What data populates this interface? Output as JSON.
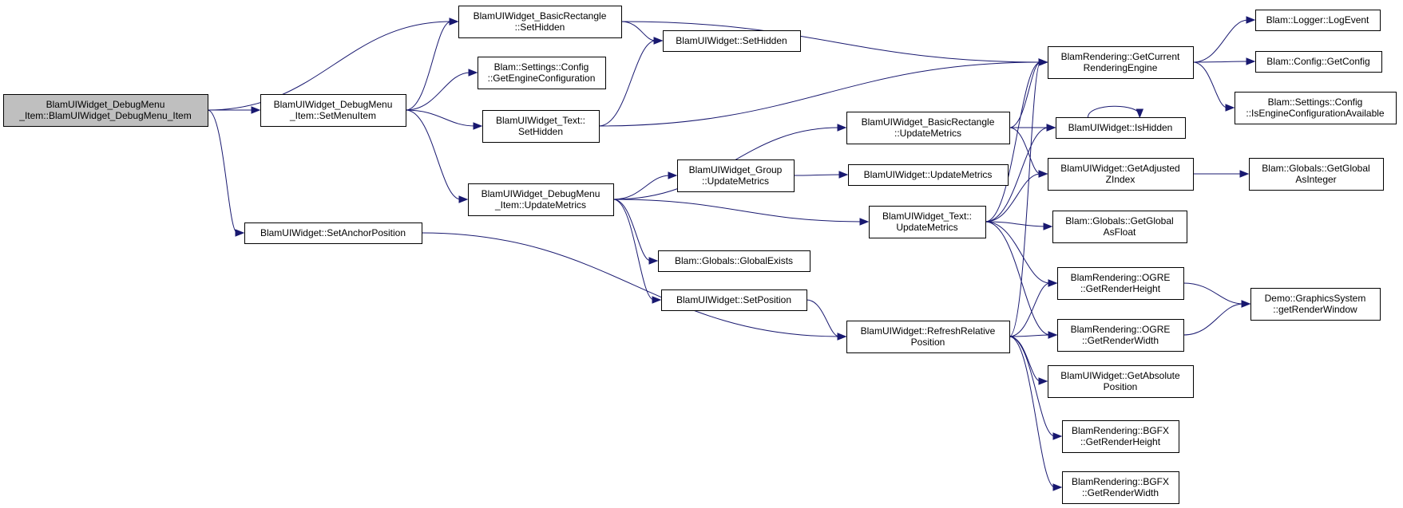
{
  "colors": {
    "edge": "#191970",
    "node_border": "#000000",
    "root_fill": "#bfbfbf",
    "node_fill": "#ffffff"
  },
  "nodes": {
    "root": [
      "BlamUIWidget_DebugMenu",
      "_Item::BlamUIWidget_DebugMenu_Item"
    ],
    "br_sethidden": [
      "BlamUIWidget_BasicRectangle",
      "::SetHidden"
    ],
    "dm_setmenuitem": [
      "BlamUIWidget_DebugMenu",
      "_Item::SetMenuItem"
    ],
    "setanchorposition": [
      "BlamUIWidget::SetAnchorPosition"
    ],
    "settings_getengineconfig": [
      "Blam::Settings::Config",
      "::GetEngineConfiguration"
    ],
    "text_sethidden": [
      "BlamUIWidget_Text::",
      "SetHidden"
    ],
    "dm_updatemetrics": [
      "BlamUIWidget_DebugMenu",
      "_Item::UpdateMetrics"
    ],
    "sethidden": [
      "BlamUIWidget::SetHidden"
    ],
    "br_updatemetrics": [
      "BlamUIWidget_BasicRectangle",
      "::UpdateMetrics"
    ],
    "group_updatemetrics": [
      "BlamUIWidget_Group",
      "::UpdateMetrics"
    ],
    "widget_updatemetrics": [
      "BlamUIWidget::UpdateMetrics"
    ],
    "text_updatemetrics": [
      "BlamUIWidget_Text::",
      "UpdateMetrics"
    ],
    "globalexists": [
      "Blam::Globals::GlobalExists"
    ],
    "setposition": [
      "BlamUIWidget::SetPosition"
    ],
    "refreshrelative": [
      "BlamUIWidget::RefreshRelative",
      "Position"
    ],
    "getcurrentengine": [
      "BlamRendering::GetCurrent",
      "RenderingEngine"
    ],
    "ishidden": [
      "BlamUIWidget::IsHidden"
    ],
    "getadjustedz": [
      "BlamUIWidget::GetAdjusted",
      "ZIndex"
    ],
    "getglobalfloat": [
      "Blam::Globals::GetGlobal",
      "AsFloat"
    ],
    "ogre_height": [
      "BlamRendering::OGRE",
      "::GetRenderHeight"
    ],
    "ogre_width": [
      "BlamRendering::OGRE",
      "::GetRenderWidth"
    ],
    "getabsolute": [
      "BlamUIWidget::GetAbsolute",
      "Position"
    ],
    "bgfx_height": [
      "BlamRendering::BGFX",
      "::GetRenderHeight"
    ],
    "bgfx_width": [
      "BlamRendering::BGFX",
      "::GetRenderWidth"
    ],
    "logevent": [
      "Blam::Logger::LogEvent"
    ],
    "getconfig": [
      "Blam::Config::GetConfig"
    ],
    "isengineconfigavail": [
      "Blam::Settings::Config",
      "::IsEngineConfigurationAvailable"
    ],
    "getglobalint": [
      "Blam::Globals::GetGlobal",
      "AsInteger"
    ],
    "getrenderwindow": [
      "Demo::GraphicsSystem",
      "::getRenderWindow"
    ]
  },
  "edges": [
    [
      "root",
      "br_sethidden"
    ],
    [
      "root",
      "dm_setmenuitem"
    ],
    [
      "root",
      "setanchorposition"
    ],
    [
      "dm_setmenuitem",
      "br_sethidden"
    ],
    [
      "dm_setmenuitem",
      "settings_getengineconfig"
    ],
    [
      "dm_setmenuitem",
      "text_sethidden"
    ],
    [
      "dm_setmenuitem",
      "dm_updatemetrics"
    ],
    [
      "br_sethidden",
      "sethidden"
    ],
    [
      "br_sethidden",
      "getcurrentengine"
    ],
    [
      "text_sethidden",
      "sethidden"
    ],
    [
      "text_sethidden",
      "getcurrentengine"
    ],
    [
      "setanchorposition",
      "refreshrelative"
    ],
    [
      "dm_updatemetrics",
      "br_updatemetrics"
    ],
    [
      "dm_updatemetrics",
      "group_updatemetrics"
    ],
    [
      "dm_updatemetrics",
      "text_updatemetrics"
    ],
    [
      "dm_updatemetrics",
      "globalexists"
    ],
    [
      "dm_updatemetrics",
      "setposition"
    ],
    [
      "group_updatemetrics",
      "widget_updatemetrics"
    ],
    [
      "setposition",
      "refreshrelative"
    ],
    [
      "br_updatemetrics",
      "getcurrentengine"
    ],
    [
      "br_updatemetrics",
      "ishidden"
    ],
    [
      "br_updatemetrics",
      "getadjustedz"
    ],
    [
      "text_updatemetrics",
      "getcurrentengine"
    ],
    [
      "text_updatemetrics",
      "ishidden"
    ],
    [
      "text_updatemetrics",
      "getadjustedz"
    ],
    [
      "text_updatemetrics",
      "getglobalfloat"
    ],
    [
      "text_updatemetrics",
      "ogre_height"
    ],
    [
      "text_updatemetrics",
      "ogre_width"
    ],
    [
      "refreshrelative",
      "getcurrentengine"
    ],
    [
      "refreshrelative",
      "ogre_height"
    ],
    [
      "refreshrelative",
      "ogre_width"
    ],
    [
      "refreshrelative",
      "getabsolute"
    ],
    [
      "refreshrelative",
      "bgfx_height"
    ],
    [
      "refreshrelative",
      "bgfx_width"
    ],
    [
      "ishidden",
      "ishidden"
    ],
    [
      "getcurrentengine",
      "logevent"
    ],
    [
      "getcurrentengine",
      "getconfig"
    ],
    [
      "getcurrentengine",
      "isengineconfigavail"
    ],
    [
      "getadjustedz",
      "getglobalint"
    ],
    [
      "ogre_height",
      "getrenderwindow"
    ],
    [
      "ogre_width",
      "getrenderwindow"
    ]
  ]
}
